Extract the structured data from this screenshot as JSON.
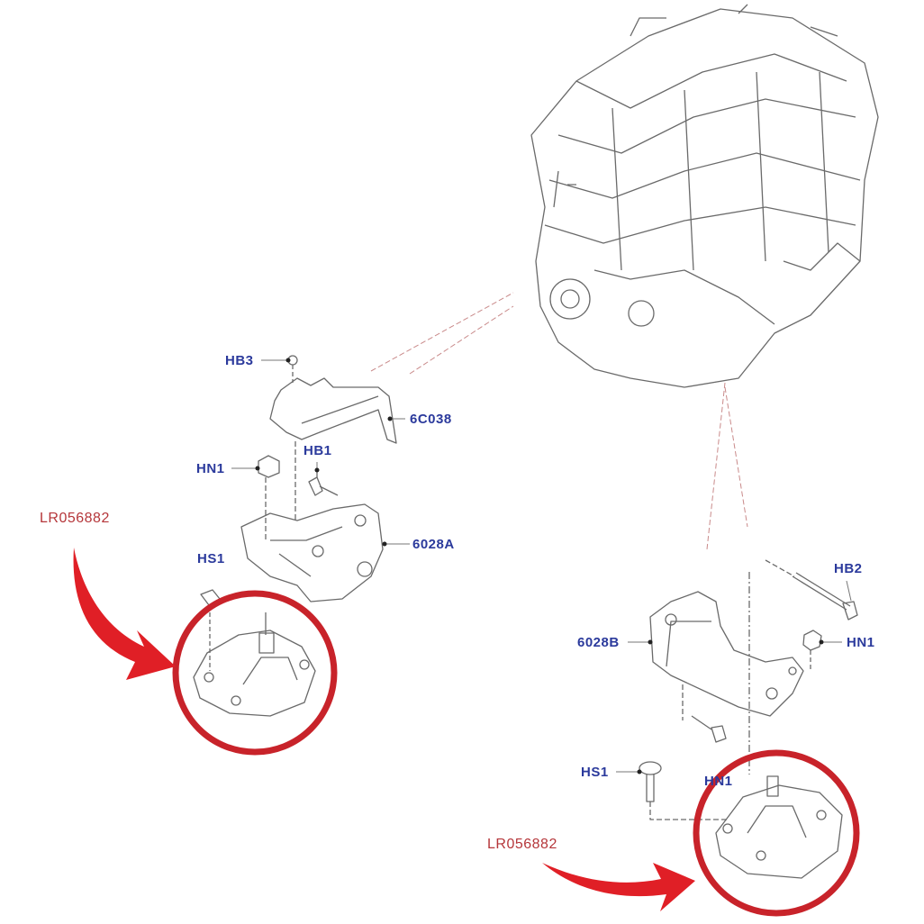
{
  "callouts": {
    "hb3": "HB3",
    "c6038": "6C038",
    "hn1_left": "HN1",
    "hb1": "HB1",
    "a6028": "6028A",
    "hs1_left": "HS1",
    "hb2": "HB2",
    "b6028": "6028B",
    "hn1_right": "HN1",
    "hs1_right": "HS1",
    "hn1_bottom": "HN1"
  },
  "part_numbers": {
    "left": "LR056882",
    "right": "LR056882"
  },
  "colors": {
    "callout": "#2b3a9c",
    "highlight": "#c8232a",
    "part_number": "#b5363a",
    "line": "#555555"
  }
}
